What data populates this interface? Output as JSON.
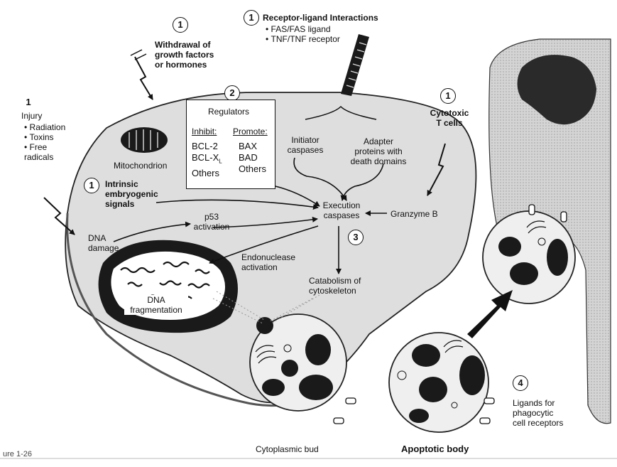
{
  "labels": {
    "withdrawal": {
      "number": "1",
      "lines": [
        "Withdrawal of",
        "growth factors",
        "or hormones"
      ]
    },
    "receptor": {
      "number": "1",
      "title": "Receptor-ligand Interactions",
      "items": [
        "FAS/FAS ligand",
        "TNF/TNF receptor"
      ]
    },
    "injury": {
      "number": "1",
      "title": "Injury",
      "items": [
        "Radiation",
        "Toxins",
        "Free radicals"
      ]
    },
    "regulators": {
      "number": "2",
      "title": "Regulators",
      "inhibit_header": "Inhibit:",
      "promote_header": "Promote:",
      "inhibit": [
        "BCL-2",
        "BCL-X",
        "Others"
      ],
      "inhibit_sub": "L",
      "promote": [
        "BAX",
        "BAD",
        "Others"
      ]
    },
    "mitochondrion": "Mitochondrion",
    "initiator": [
      "Initiator",
      "caspases"
    ],
    "adapter": [
      "Adapter",
      "proteins with",
      "death domains"
    ],
    "cytotoxic": {
      "number": "1",
      "lines": [
        "Cytotoxic",
        "T cells"
      ]
    },
    "intrinsic": {
      "number": "1",
      "lines": [
        "Intrinsic",
        "embryogenic",
        "signals"
      ]
    },
    "execution": [
      "Execution",
      "caspases"
    ],
    "granzyme": "Granzyme B",
    "dna_damage": [
      "DNA",
      "damage"
    ],
    "p53": [
      "p53",
      "activation"
    ],
    "step3": "3",
    "endonuclease": [
      "Endonuclease",
      "activation"
    ],
    "catabolism": [
      "Catabolism of",
      "cytoskeleton"
    ],
    "dna_frag": [
      "DNA",
      "fragmentation"
    ],
    "cytoplasmic_bud": "Cytoplasmic bud",
    "apoptotic_body": "Apoptotic body",
    "ligands": {
      "number": "4",
      "lines": [
        "Ligands for",
        "phagocytic",
        "cell receptors"
      ]
    },
    "figure_caption": "ure 1-26"
  },
  "colors": {
    "membrane_fill": "#dcdcdc",
    "nucleus_dark": "#1a1a1a",
    "phagocyte_fill": "#c8c8c8",
    "line": "#111111"
  }
}
